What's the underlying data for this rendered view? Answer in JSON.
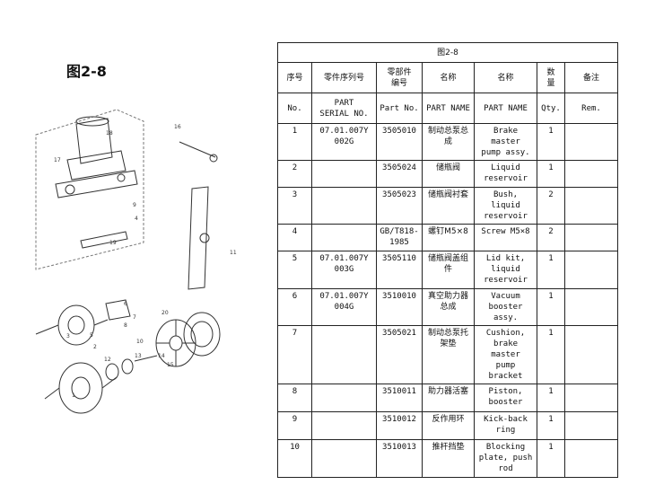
{
  "figure_title": "图2-8",
  "table": {
    "caption": "图2-8",
    "header_cn": [
      "序号",
      "零件序列号",
      "零部件\n编号",
      "名称",
      "名称",
      "数\n量",
      "备注"
    ],
    "header_en": [
      "No.",
      "PART\nSERIAL NO.",
      "Part No.",
      "PART NAME",
      "PART NAME",
      "Qty.",
      "Rem."
    ],
    "rows": [
      {
        "no": "1",
        "serial": "07.01.007Y\n002G",
        "part_no": "3505010",
        "name_cn": "制动总泵总\n成",
        "name_en": "Brake master\npump assy.",
        "qty": "1",
        "rem": ""
      },
      {
        "no": "2",
        "serial": "",
        "part_no": "3505024",
        "name_cn": "储瓶阀",
        "name_en": "Liquid\nreservoir",
        "qty": "1",
        "rem": ""
      },
      {
        "no": "3",
        "serial": "",
        "part_no": "3505023",
        "name_cn": "储瓶阀衬套",
        "name_en": "Bush, liquid\nreservoir",
        "qty": "2",
        "rem": ""
      },
      {
        "no": "4",
        "serial": "",
        "part_no": "GB/T818-\n1985",
        "name_cn": "螺钉M5×8",
        "name_en": "Screw M5×8",
        "qty": "2",
        "rem": ""
      },
      {
        "no": "5",
        "serial": "07.01.007Y\n003G",
        "part_no": "3505110",
        "name_cn": "储瓶阀盖组\n件",
        "name_en": "Lid kit,\nliquid\nreservoir",
        "qty": "1",
        "rem": ""
      },
      {
        "no": "6",
        "serial": "07.01.007Y\n004G",
        "part_no": "3510010",
        "name_cn": "真空助力器\n总成",
        "name_en": "Vacuum\nbooster assy.",
        "qty": "1",
        "rem": ""
      },
      {
        "no": "7",
        "serial": "",
        "part_no": "3505021",
        "name_cn": "制动总泵托\n架垫",
        "name_en": "Cushion,\nbrake master\npump bracket",
        "qty": "1",
        "rem": ""
      },
      {
        "no": "8",
        "serial": "",
        "part_no": "3510011",
        "name_cn": "助力器活塞",
        "name_en": "Piston,\nbooster",
        "qty": "1",
        "rem": ""
      },
      {
        "no": "9",
        "serial": "",
        "part_no": "3510012",
        "name_cn": "反作用环",
        "name_en": "Kick-back\nring",
        "qty": "1",
        "rem": ""
      },
      {
        "no": "10",
        "serial": "",
        "part_no": "3510013",
        "name_cn": "推杆挡垫",
        "name_en": "Blocking\nplate, push\nrod",
        "qty": "1",
        "rem": ""
      }
    ]
  },
  "diagram": {
    "callouts": [
      "16",
      "17",
      "18",
      "11",
      "9",
      "4",
      "19",
      "6",
      "7",
      "8",
      "10",
      "20",
      "3",
      "5",
      "2",
      "12",
      "13",
      "14",
      "15",
      "1"
    ]
  }
}
